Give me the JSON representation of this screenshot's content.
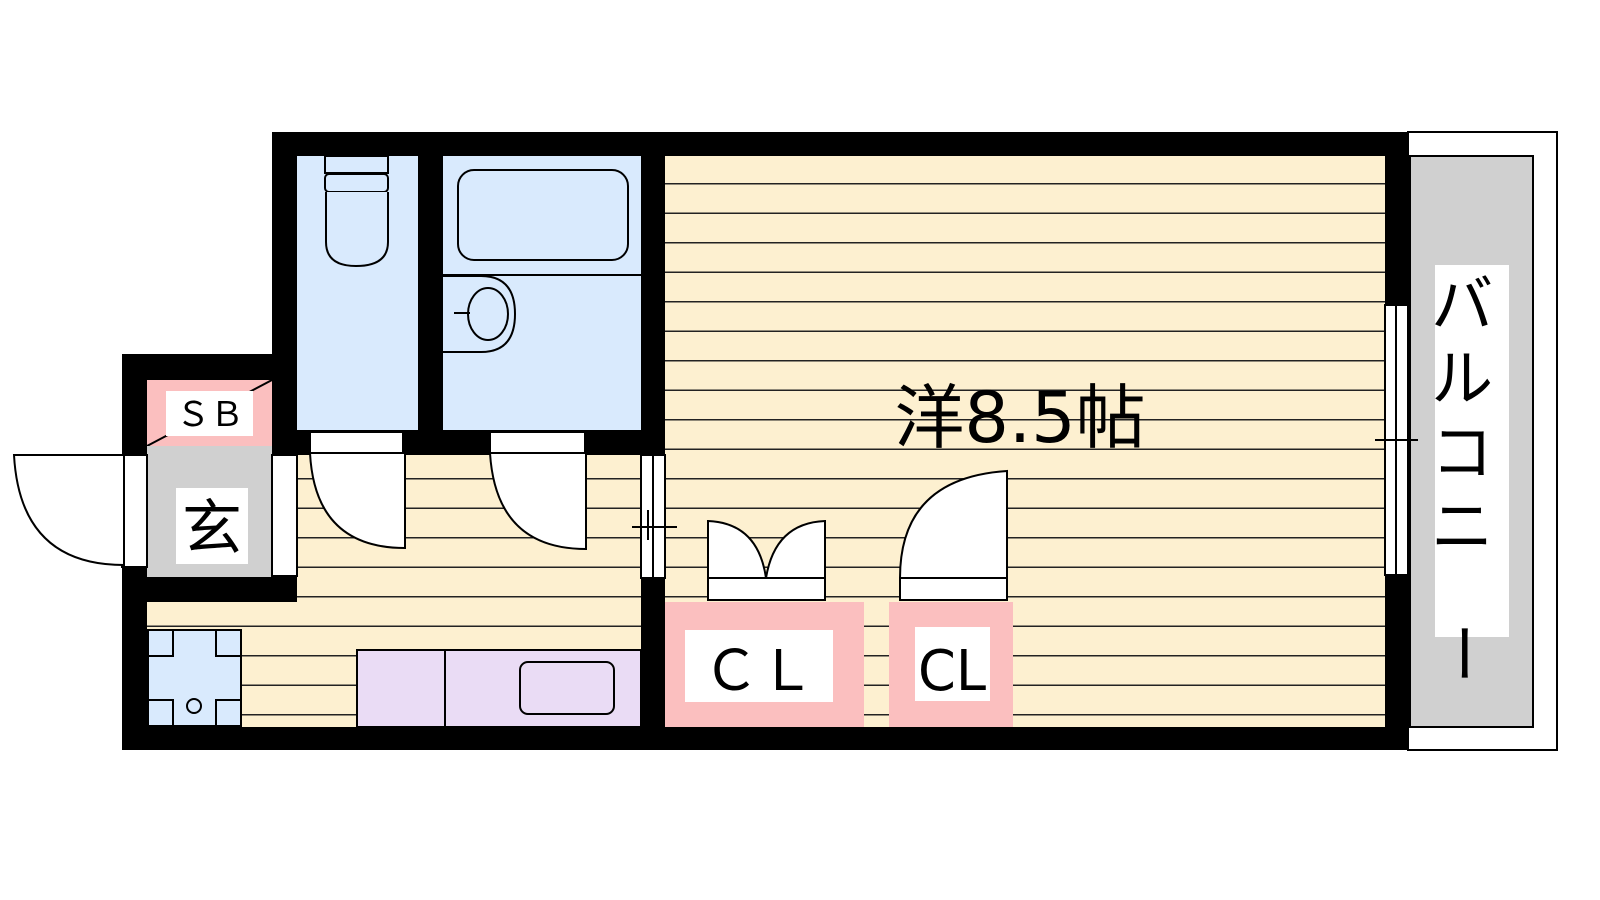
{
  "floorplan": {
    "main_room_label": "洋8.5帖",
    "balcony_label": [
      "バ",
      "ル",
      "コ",
      "ニ",
      "ー"
    ],
    "shoebox_label": "ＳＢ",
    "entrance_label": "玄",
    "closet_large_label": "ＣＬ",
    "closet_small_label": "CL"
  },
  "colors": {
    "wall": "#000000",
    "flooring": "#fdf0d0",
    "wet_area": "#d9eafd",
    "closet": "#fbbfbf",
    "entrance": "#d0d0d0",
    "kitchen": "#eadcf5",
    "balcony": "#d0d0d0"
  }
}
